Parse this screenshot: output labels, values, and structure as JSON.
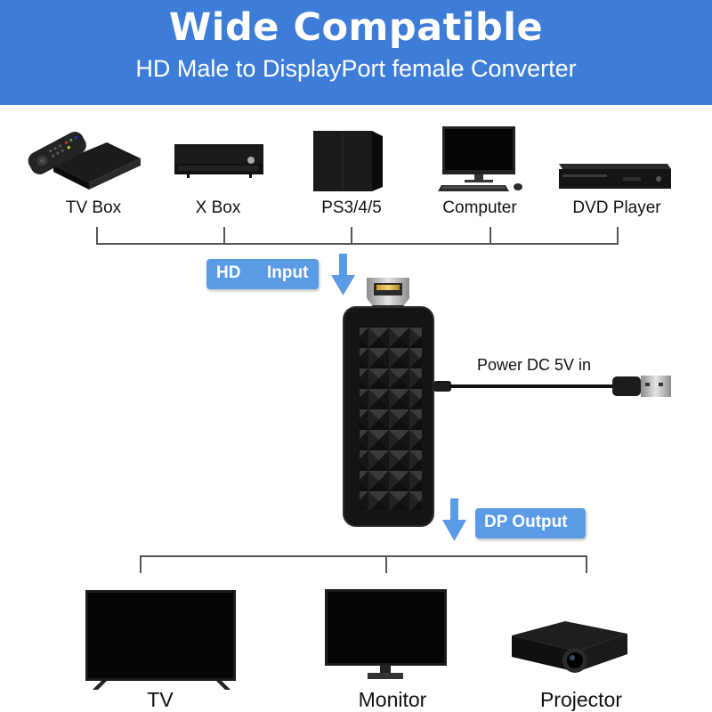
{
  "banner": {
    "title": "Wide Compatible",
    "subtitle": "HD Male to DisplayPort female Converter"
  },
  "sources": [
    {
      "label": "TV Box",
      "icon": "tv-box-icon"
    },
    {
      "label": "X Box",
      "icon": "xbox-console-icon"
    },
    {
      "label": "PS3/4/5",
      "icon": "playstation-console-icon"
    },
    {
      "label": "Computer",
      "icon": "computer-icon"
    },
    {
      "label": "DVD Player",
      "icon": "dvd-player-icon"
    }
  ],
  "input_badge": {
    "left": "HD",
    "right": "Input"
  },
  "output_badge": {
    "text": "DP Output"
  },
  "power_label": "Power DC 5V in",
  "outputs": [
    {
      "label": "TV",
      "icon": "tv-icon"
    },
    {
      "label": "Monitor",
      "icon": "monitor-icon"
    },
    {
      "label": "Projector",
      "icon": "projector-icon"
    }
  ],
  "colors": {
    "banner": "#3d7dd8",
    "badge": "#5b9be6",
    "arrow": "#5b9be6",
    "device": "#1a1a1a"
  }
}
